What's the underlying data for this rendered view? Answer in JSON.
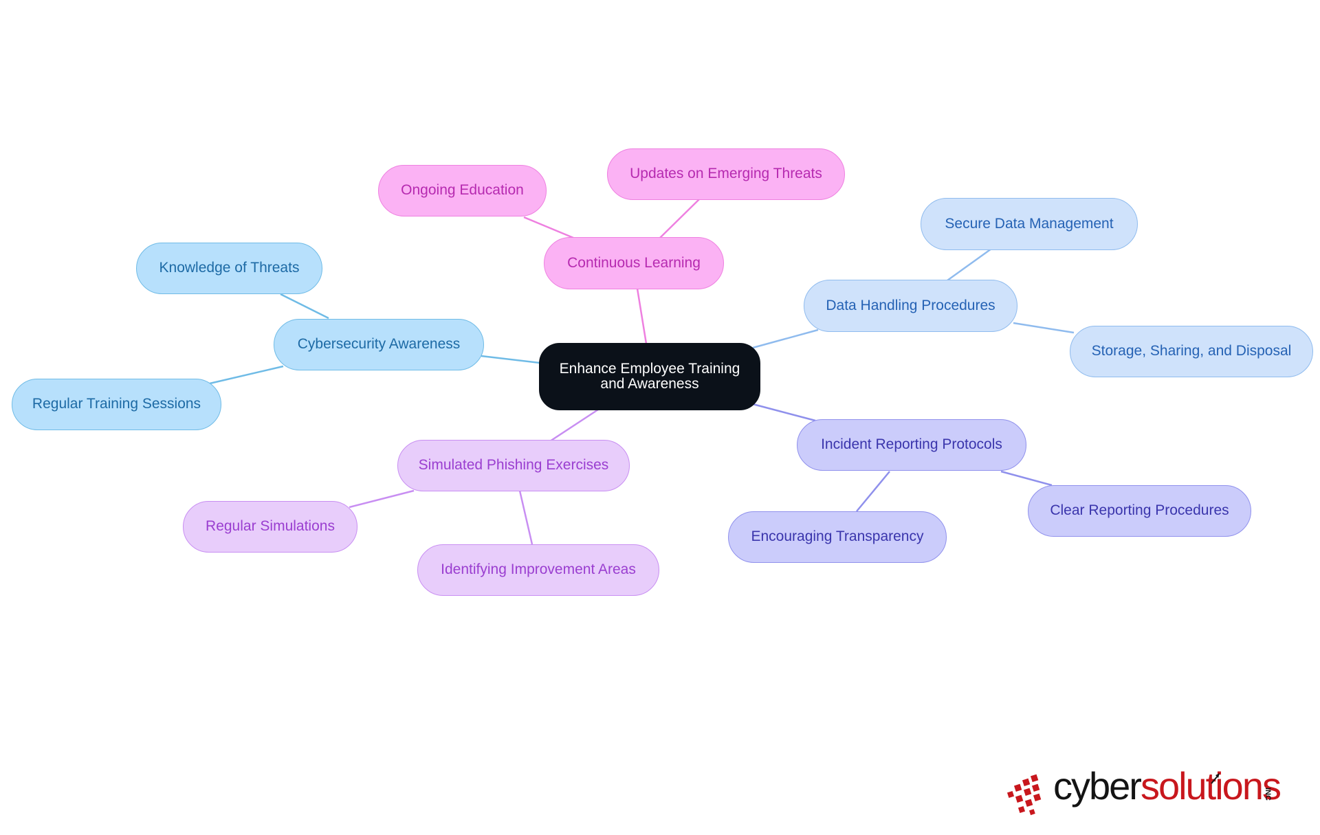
{
  "center": {
    "line1": "Enhance Employee Training",
    "line2": "and Awareness"
  },
  "branches": {
    "cybersecurity_awareness": "Cybersecurity Awareness",
    "knowledge_of_threats": "Knowledge of Threats",
    "regular_training_sessions": "Regular Training Sessions",
    "continuous_learning": "Continuous Learning",
    "ongoing_education": "Ongoing Education",
    "updates_on_emerging_threats": "Updates on Emerging Threats",
    "data_handling_procedures": "Data Handling Procedures",
    "secure_data_management": "Secure Data Management",
    "storage_sharing_disposal": "Storage, Sharing, and Disposal",
    "incident_reporting_protocols": "Incident Reporting Protocols",
    "clear_reporting_procedures": "Clear Reporting Procedures",
    "encouraging_transparency": "Encouraging Transparency",
    "simulated_phishing_exercises": "Simulated Phishing Exercises",
    "regular_simulations": "Regular Simulations",
    "identifying_improvement_areas": "Identifying Improvement Areas"
  },
  "colors": {
    "center": "#0b1119",
    "cybersecurity": "#b7e0fc",
    "continuous_learning": "#fbb2f4",
    "data_handling": "#cfe2fb",
    "incident_reporting": "#cbccfb",
    "phishing": "#e8cdfb",
    "logo_red": "#c8171d"
  },
  "logo": {
    "part1": "cyber",
    "part2": "solutions",
    "suffix": "INC"
  }
}
